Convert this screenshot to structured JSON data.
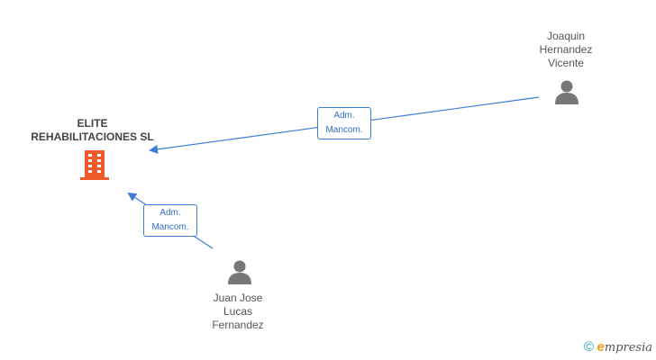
{
  "company": {
    "name_line1": "ELITE",
    "name_line2": "REHABILITACIONES SL",
    "icon": "building-icon",
    "color": "#ef5b2a"
  },
  "persons": [
    {
      "line1": "Joaquin",
      "line2": "Hernandez",
      "line3": "Vicente",
      "icon": "person-icon"
    },
    {
      "line1": "Juan Jose",
      "line2": "Lucas",
      "line3": "Fernandez",
      "icon": "person-icon"
    }
  ],
  "relations": [
    {
      "line1": "Adm.",
      "line2": "Mancom."
    },
    {
      "line1": "Adm.",
      "line2": "Mancom."
    }
  ],
  "colors": {
    "edge": "#3b7dd8",
    "person": "#777777"
  },
  "watermark": {
    "copyright": "©",
    "brand_initial": "e",
    "brand_rest": "mpresia"
  }
}
